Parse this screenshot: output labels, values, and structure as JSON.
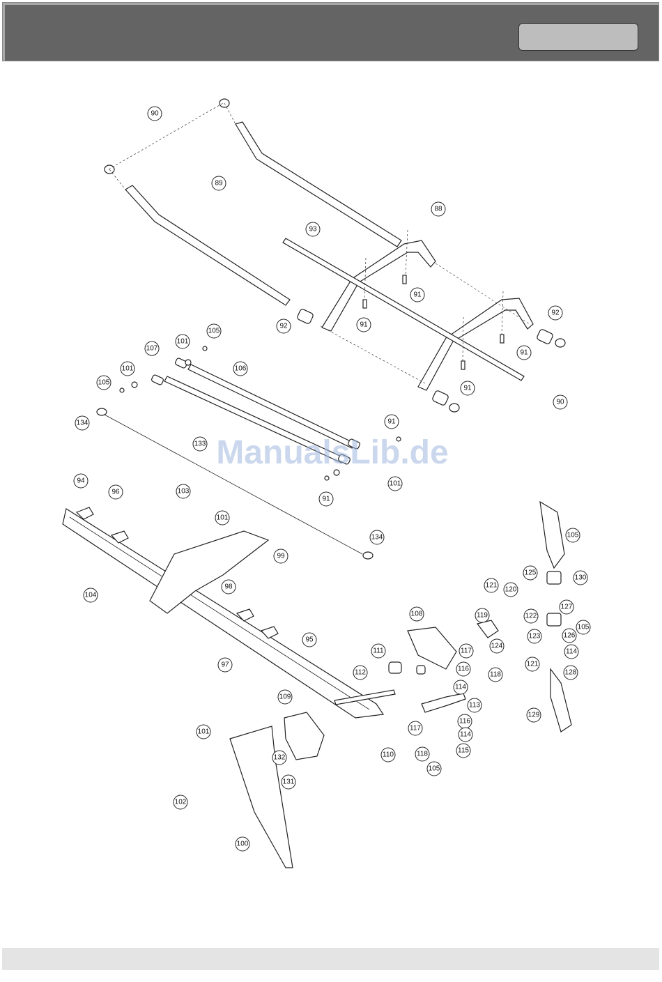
{
  "watermark": "ManualsLib.de",
  "callouts": {
    "c90a": "90",
    "c89": "89",
    "c88": "88",
    "c93": "93",
    "c91a": "91",
    "c91b": "91",
    "c92a": "92",
    "c92b": "92",
    "c91c": "91",
    "c91d": "91",
    "c90b": "90",
    "c101a": "101",
    "c105a": "105",
    "c107": "107",
    "c101b": "101",
    "c105b": "105",
    "c106": "106",
    "c134a": "134",
    "c133": "133",
    "c91e": "91",
    "c101c": "101",
    "c91f": "91",
    "c94": "94",
    "c96": "96",
    "c103": "103",
    "c101d": "101",
    "c99": "99",
    "c134b": "134",
    "c104": "104",
    "c98": "98",
    "c97": "97",
    "c95": "95",
    "c105c": "105",
    "c125": "125",
    "c130": "130",
    "c121a": "121",
    "c120": "120",
    "c127": "127",
    "c108": "108",
    "c119": "119",
    "c122": "122",
    "c105d": "105",
    "c123": "123",
    "c126": "126",
    "c111": "111",
    "c117a": "117",
    "c124": "124",
    "c121b": "121",
    "c114a": "114",
    "c112": "112",
    "c116a": "116",
    "c118a": "118",
    "c128": "128",
    "c114b": "114",
    "c109": "109",
    "c113": "113",
    "c129": "129",
    "c101e": "101",
    "c117b": "117",
    "c116b": "116",
    "c132": "132",
    "c114c": "114",
    "c110": "110",
    "c118b": "118",
    "c115": "115",
    "c105e": "105",
    "c131": "131",
    "c102": "102",
    "c100": "100"
  }
}
